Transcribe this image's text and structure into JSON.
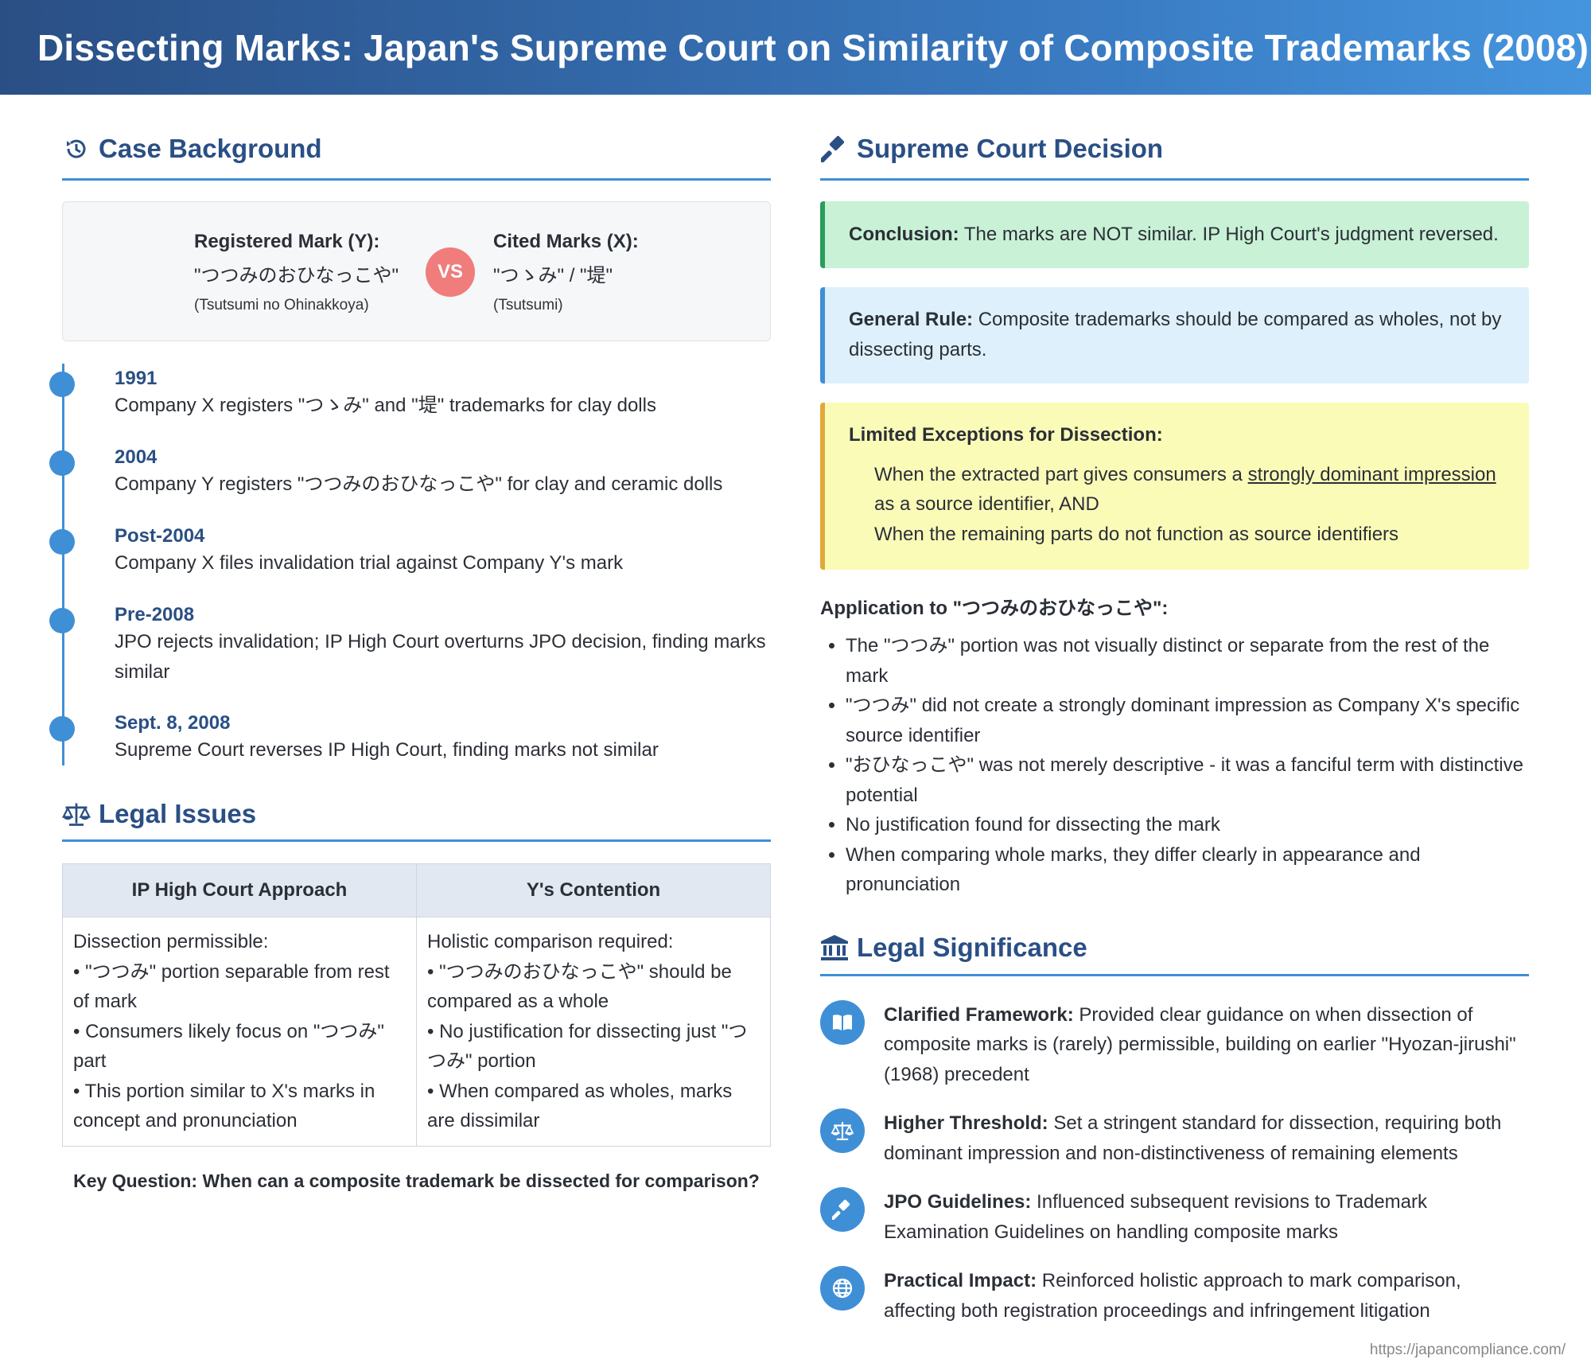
{
  "header": {
    "title": "Dissecting Marks: Japan's Supreme Court on Similarity of Composite Trademarks (2008)"
  },
  "background": {
    "heading": "Case Background",
    "icon": "history-icon",
    "registered": {
      "title": "Registered Mark (Y):",
      "mark": "\"つつみのおひなっこや\"",
      "reading": "(Tsutsumi no Ohinakkoya)"
    },
    "vs": "VS",
    "cited": {
      "title": "Cited Marks (X):",
      "mark": "\"つゝみ\" / \"堤\"",
      "reading": "(Tsutsumi)"
    },
    "timeline": [
      {
        "year": "1991",
        "text": "Company X registers \"つゝみ\" and \"堤\" trademarks for clay dolls"
      },
      {
        "year": "2004",
        "text": "Company Y registers \"つつみのおひなっこや\" for clay and ceramic dolls"
      },
      {
        "year": "Post-2004",
        "text": "Company X files invalidation trial against Company Y's mark"
      },
      {
        "year": "Pre-2008",
        "text": "JPO rejects invalidation; IP High Court overturns JPO decision, finding marks similar"
      },
      {
        "year": "Sept. 8, 2008",
        "text": "Supreme Court reverses IP High Court, finding marks not similar"
      }
    ]
  },
  "issues": {
    "heading": "Legal Issues",
    "icon": "scale-icon",
    "col1": {
      "header": "IP High Court Approach",
      "lines": [
        "Dissection permissible:",
        "• \"つつみ\" portion separable from rest of mark",
        "• Consumers likely focus on \"つつみ\" part",
        "• This portion similar to X's marks in concept and pronunciation"
      ]
    },
    "col2": {
      "header": "Y's Contention",
      "lines": [
        "Holistic comparison required:",
        "• \"つつみのおひなっこや\" should be compared as a whole",
        "• No justification for dissecting just \"つつみ\" portion",
        "• When compared as wholes, marks are dissimilar"
      ]
    },
    "key_question": "Key Question: When can a composite trademark be dissected for comparison?"
  },
  "decision": {
    "heading": "Supreme Court Decision",
    "icon": "gavel-icon",
    "conclusion": {
      "label": "Conclusion:",
      "text": " The marks are NOT similar. IP High Court's judgment reversed."
    },
    "rule": {
      "label": "General Rule:",
      "text": " Composite trademarks should be compared as wholes, not by dissecting parts."
    },
    "exceptions": {
      "label": "Limited Exceptions for Dissection:",
      "line1_pre": "When the extracted part gives consumers a ",
      "line1_u": "strongly dominant impression",
      "line1_post": " as a source identifier, AND",
      "line2": "When the remaining parts do not function as source identifiers"
    },
    "application_title": "Application to \"つつみのおひなっこや\":",
    "application": [
      "The \"つつみ\" portion was not visually distinct or separate from the rest of the mark",
      "\"つつみ\" did not create a strongly dominant impression as Company X's specific source identifier",
      "\"おひなっこや\" was not merely descriptive - it was a fanciful term with distinctive potential",
      "No justification found for dissecting the mark",
      "When comparing whole marks, they differ clearly in appearance and pronunciation"
    ]
  },
  "significance": {
    "heading": "Legal Significance",
    "icon": "landmark-icon",
    "items": [
      {
        "icon": "book-icon",
        "label": "Clarified Framework:",
        "text": " Provided clear guidance on when dissection of composite marks is (rarely) permissible, building on earlier \"Hyozan-jirushi\" (1968) precedent"
      },
      {
        "icon": "scale-icon",
        "label": "Higher Threshold:",
        "text": " Set a stringent standard for dissection, requiring both dominant impression and non-distinctiveness of remaining elements"
      },
      {
        "icon": "gavel-icon",
        "label": "JPO Guidelines:",
        "text": " Influenced subsequent revisions to Trademark Examination Guidelines on handling composite marks"
      },
      {
        "icon": "globe-icon",
        "label": "Practical Impact:",
        "text": " Reinforced holistic approach to mark comparison, affecting both registration proceedings and infringement litigation"
      }
    ]
  },
  "footer": {
    "url": "https://japancompliance.com/"
  },
  "colors": {
    "primary": "#2a4f85",
    "accent": "#3f8fd6",
    "vs": "#f07c7c",
    "green": "#2a9d5c",
    "yellow_border": "#e0a93a"
  }
}
